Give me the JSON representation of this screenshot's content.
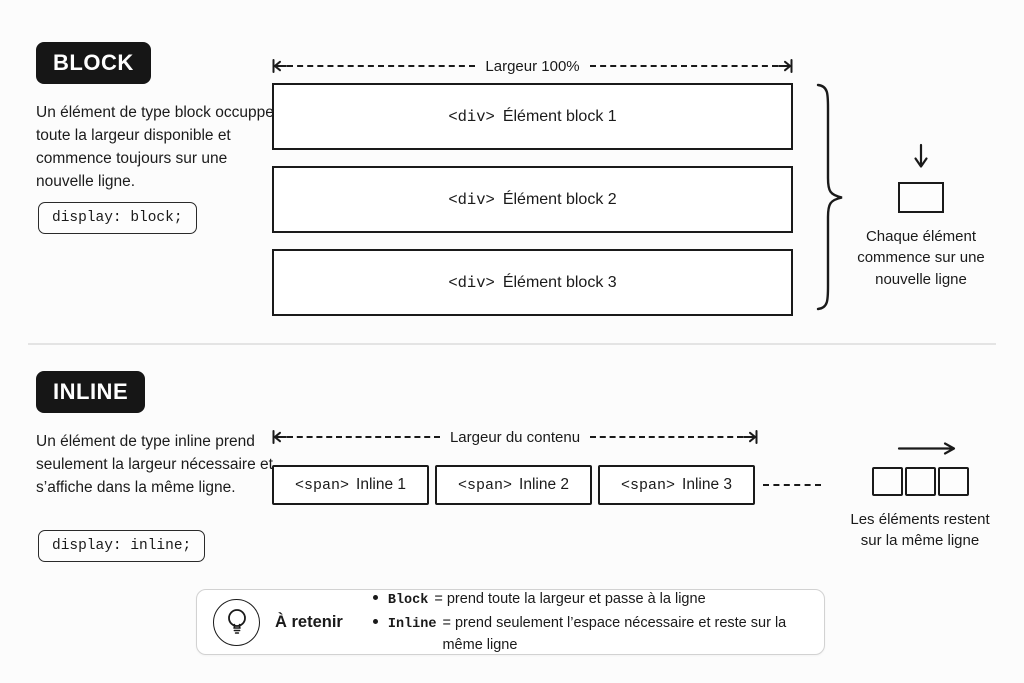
{
  "colors": {
    "ink": "#1a1a1a",
    "badge_bg": "#161616",
    "badge_text": "#ffffff",
    "divider": "#e4e4e4",
    "note_border": "#d2d2d2",
    "background": "#fcfcfc"
  },
  "block_section": {
    "badge": "BLOCK",
    "description": "Un élément de type block occuppe toute la largeur disponible et commence toujours sur une nouvelle ligne.",
    "code": "display: block;",
    "width_label": "Largeur 100%",
    "elements": [
      {
        "tag": "<div>",
        "label": "Élément block 1"
      },
      {
        "tag": "<div>",
        "label": "Élément block 2"
      },
      {
        "tag": "<div>",
        "label": "Élément block 3"
      }
    ],
    "annotation": "Chaque élément commence sur une nouvelle ligne"
  },
  "inline_section": {
    "badge": "INLINE",
    "description": "Un élément de type inline prend seulement la largeur nécessaire et s’affiche dans la même ligne.",
    "code": "display: inline;",
    "width_label": "Largeur du contenu",
    "elements": [
      {
        "tag": "<span>",
        "label": "Inline 1"
      },
      {
        "tag": "<span>",
        "label": "Inline 2"
      },
      {
        "tag": "<span>",
        "label": "Inline 3"
      }
    ],
    "annotation": "Les éléments restent sur la même ligne"
  },
  "note": {
    "title": "À retenir",
    "bullets": [
      {
        "term": "Block",
        "text": "= prend toute la largeur et passe à la ligne"
      },
      {
        "term": "Inline",
        "text": "= prend seulement l’espace nécessaire et reste sur la même ligne"
      }
    ]
  }
}
